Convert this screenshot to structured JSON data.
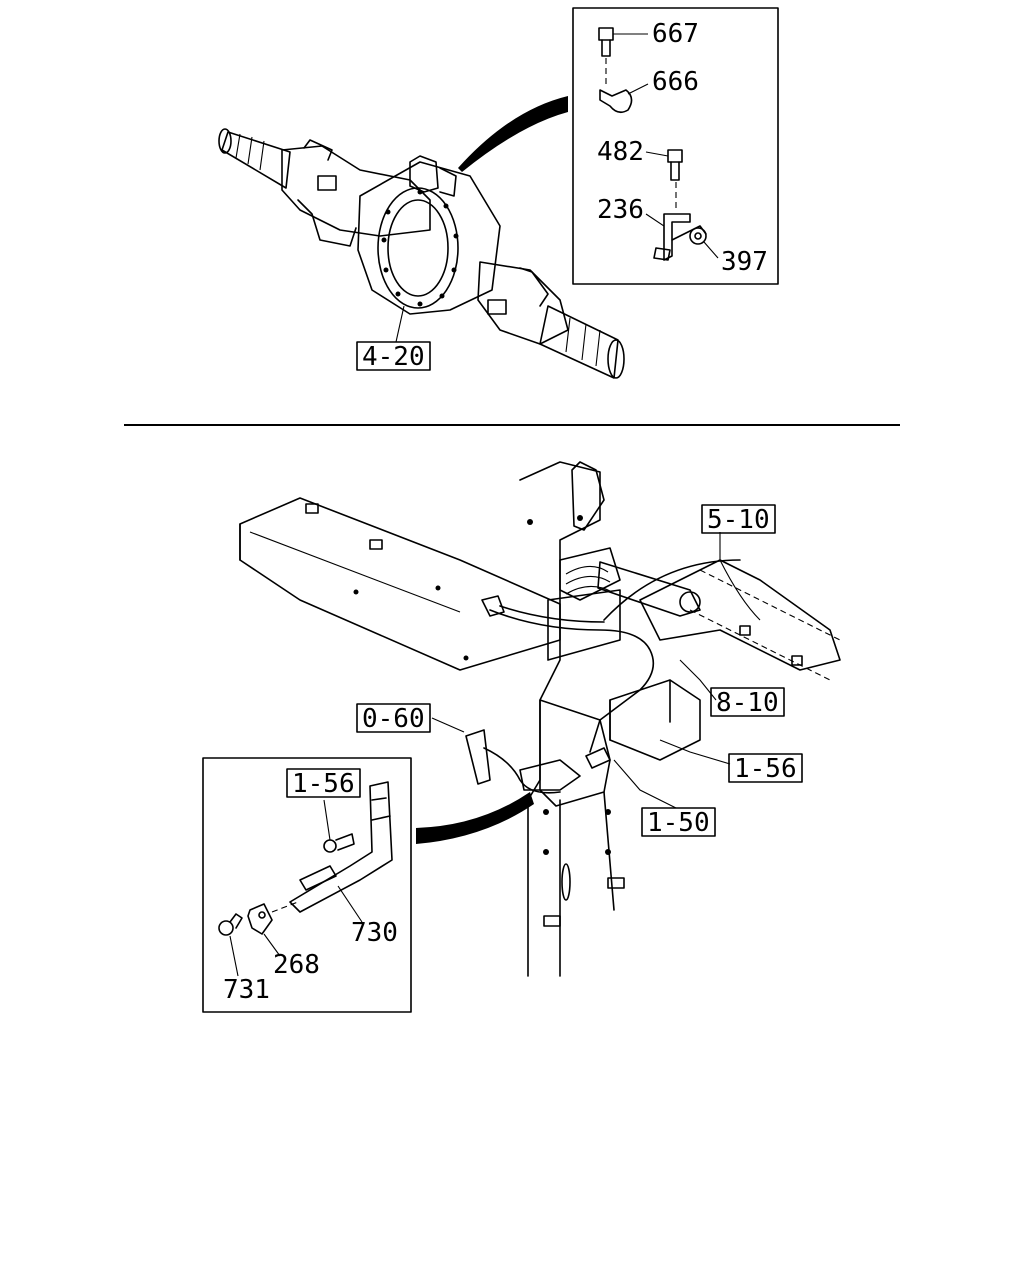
{
  "top_view": {
    "inset_labels": {
      "label_667": "667",
      "label_666": "666",
      "label_482": "482",
      "label_236": "236",
      "label_397": "397"
    },
    "ref_box_label": "4-20"
  },
  "bottom_view": {
    "ref_labels": {
      "ref_5_10": "5-10",
      "ref_8_10": "8-10",
      "ref_0_60": "0-60",
      "ref_1_56_main": "1-56",
      "ref_1_50": "1-50"
    },
    "inset": {
      "ref_1_56": "1-56",
      "label_730": "730",
      "label_268": "268",
      "label_731": "731"
    }
  }
}
